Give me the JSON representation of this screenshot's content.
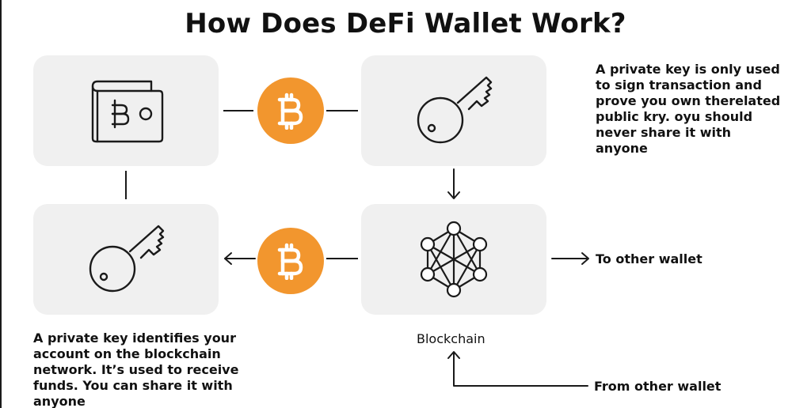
{
  "title": "How Does DeFi Wallet Work?",
  "nodes": {
    "wallet": {
      "icon": "wallet-icon"
    },
    "private_key_top": {
      "icon": "key-icon"
    },
    "public_key_bottom": {
      "icon": "key-icon"
    },
    "blockchain": {
      "icon": "blockchain-network-icon",
      "label": "Blockchain"
    }
  },
  "coins": [
    {
      "icon": "bitcoin-icon"
    },
    {
      "icon": "bitcoin-icon"
    }
  ],
  "notes": {
    "private_key": "A private key is only used to sign transaction and prove you own therelated public kry. oyu should never share it with anyone",
    "public_key": "A private key identifies your account on the blockchain network. It’s used to receive funds. You can share it with anyone"
  },
  "flows": {
    "to_other_wallet": "To other wallet",
    "from_other_wallet": "From other wallet"
  },
  "colors": {
    "card_background": "#f0f0f0",
    "coin_orange": "#f2962e",
    "ink": "#111111",
    "line": "#1a1a1a"
  }
}
